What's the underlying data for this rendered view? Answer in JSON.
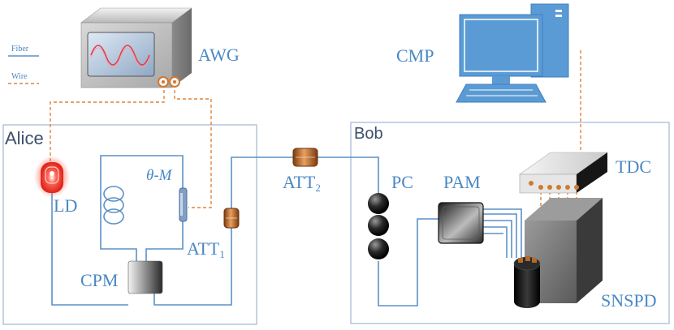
{
  "legend": {
    "fiber": "Fiber",
    "wire": "Wire"
  },
  "boxes": {
    "alice": "Alice",
    "bob": "Bob"
  },
  "labels": {
    "awg": "AWG",
    "cmp": "CMP",
    "ld": "LD",
    "theta_m": "θ-M",
    "att1_main": "ATT",
    "att1_sub": "1",
    "att2_main": "ATT",
    "att2_sub": "2",
    "cpm": "CPM",
    "pc": "PC",
    "pam": "PAM",
    "tdc": "TDC",
    "snspd": "SNSPD"
  },
  "colors": {
    "fiber": "#5b90c8",
    "wire": "#e0823c",
    "label": "#4a88c2",
    "monitor": "#5b9bd5",
    "laser": "#ff3b30"
  },
  "icons": [
    "awg-instrument-icon",
    "computer-icon",
    "laser-diode-icon",
    "fiber-coil-icon",
    "phase-modulator-icon",
    "attenuator-icon",
    "circulator-icon",
    "polarization-controller-icon",
    "modulator-icon",
    "tdc-box-icon",
    "cryostat-icon",
    "dewar-icon"
  ]
}
